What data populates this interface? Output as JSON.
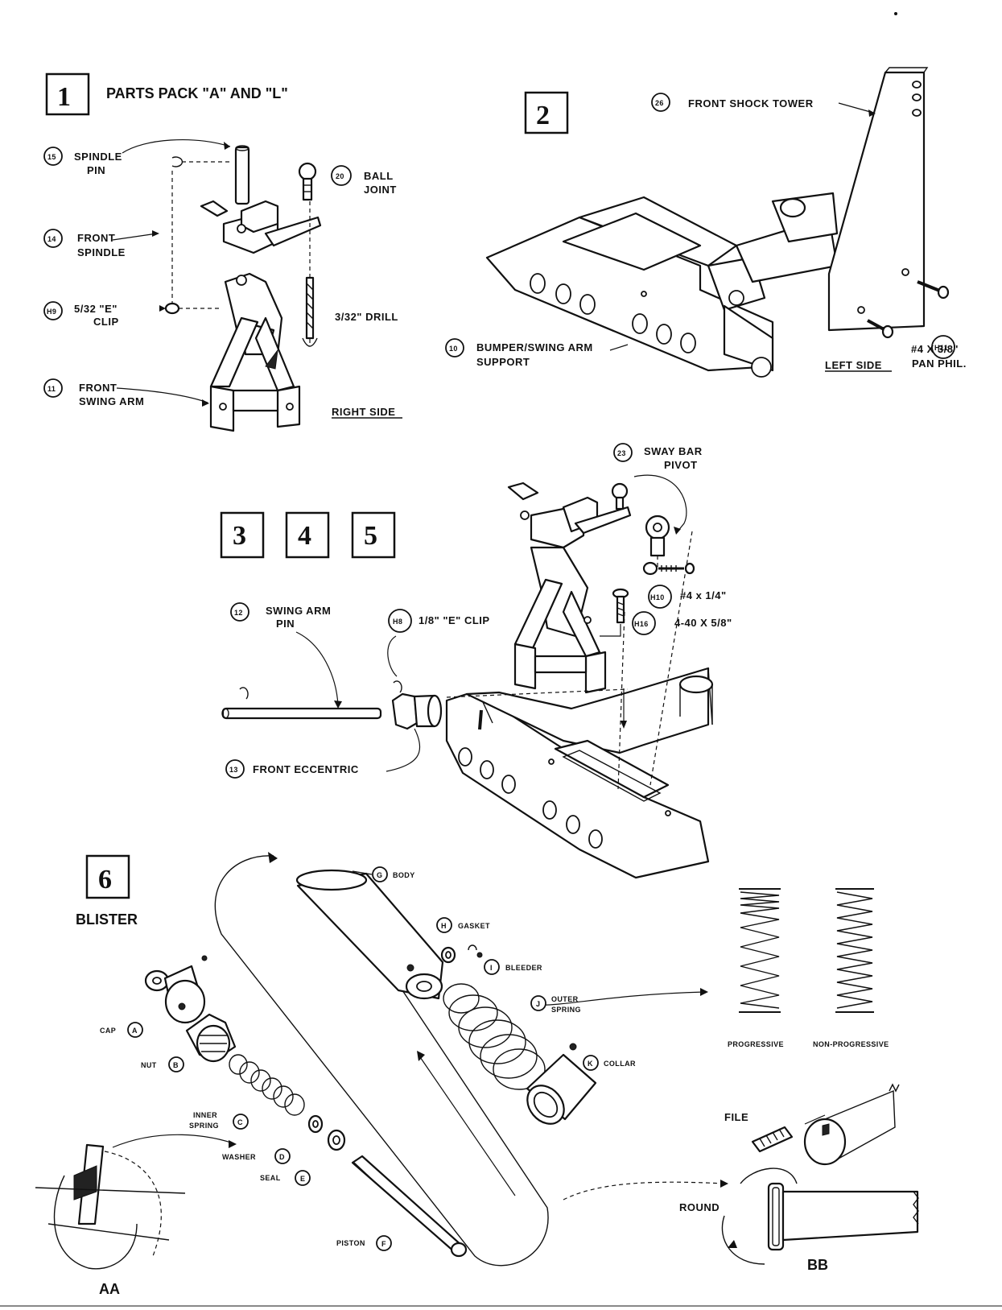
{
  "steps": {
    "s1": "1",
    "s2": "2",
    "s3": "3",
    "s4": "4",
    "s5": "5",
    "s6": "6"
  },
  "section1": {
    "title": "PARTS PACK \"A\" AND \"L\"",
    "c15": "15",
    "spindle_pin_l1": "SPINDLE",
    "spindle_pin_l2": "PIN",
    "c20": "20",
    "ball_joint_l1": "BALL",
    "ball_joint_l2": "JOINT",
    "c14": "14",
    "front_spindle_l1": "FRONT",
    "front_spindle_l2": "SPINDLE",
    "cH9": "H9",
    "eclip_l1": "5/32 \"E\"",
    "eclip_l2": "CLIP",
    "drill": "3/32\" DRILL",
    "c11": "11",
    "swing_arm_l1": "FRONT",
    "swing_arm_l2": "SWING ARM",
    "side": "RIGHT SIDE"
  },
  "section2": {
    "c26": "26",
    "tower": "FRONT SHOCK TOWER",
    "c10": "10",
    "bumper_l1": "BUMPER/SWING ARM",
    "bumper_l2": "SUPPORT",
    "side": "LEFT SIDE",
    "cH11": "H11",
    "screw_l1": "#4 X 3/8\"",
    "screw_l2": "PAN PHIL."
  },
  "section345": {
    "c23": "23",
    "sway_l1": "SWAY BAR",
    "sway_l2": "PIVOT",
    "cH10": "H10",
    "h10_spec": "#4 x 1/4\"",
    "cH16": "H16",
    "h16_spec": "4-40 X 5/8\"",
    "c12": "12",
    "pin_l1": "SWING ARM",
    "pin_l2": "PIN",
    "cH8": "H8",
    "h8_spec": "1/8\" \"E\" CLIP",
    "c13": "13",
    "eccentric": "FRONT ECCENTRIC"
  },
  "section6": {
    "blister": "BLISTER",
    "cG": "G",
    "body": "BODY",
    "cH": "H",
    "gasket": "GASKET",
    "cI": "I",
    "bleeder": "BLEEDER",
    "cJ": "J",
    "outer_l1": "OUTER",
    "outer_l2": "SPRING",
    "cK": "K",
    "collar": "COLLAR",
    "cap": "CAP",
    "cA": "A",
    "nut": "NUT",
    "cB": "B",
    "inner_l1": "INNER",
    "inner_l2": "SPRING",
    "cC": "C",
    "washer": "WASHER",
    "cD": "D",
    "seal": "SEAL",
    "cE": "E",
    "piston": "PISTON",
    "cF": "F",
    "progressive": "PROGRESSIVE",
    "non_progressive": "NON-PROGRESSIVE",
    "file": "FILE",
    "round": "ROUND",
    "aa": "AA",
    "bb": "BB"
  }
}
